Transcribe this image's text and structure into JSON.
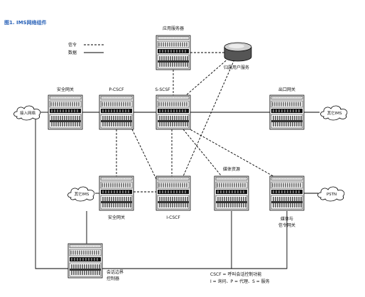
{
  "figure": {
    "title": "图1. IMS网络组件"
  },
  "legend": {
    "signaling_label": "信令",
    "data_label": "数据"
  },
  "nodes": {
    "app_server": "应用服务器",
    "hss": "归属用户服务",
    "sec_gw_top": "安全网关",
    "p_cscf": "P-CSCF",
    "s_cscf": "S-SCSF",
    "exit_gw": "出口网关",
    "access_net": "接入网络",
    "other_ims_right": "其它IMS",
    "other_ims_left": "其它IMS",
    "sec_gw_bottom": "安全网关",
    "i_cscf": "I-CSCF",
    "media_res": "媒体资源",
    "pstn": "PSTN",
    "media_gw_line1": "媒体与",
    "media_gw_line2": "信令网关",
    "sbc_line1": "会话边界",
    "sbc_line2": "控制器"
  },
  "footnote": {
    "line1": "CSCF = 呼叫会话控制功能",
    "line2": "I = 询问、P = 代理、S = 服务"
  },
  "colors": {
    "title": "#2b63b8",
    "line": "#000000",
    "rack_fill": "#f2f2f2"
  },
  "icons": {
    "server": "server-rack-icon",
    "cloud": "cloud-icon",
    "database": "database-icon"
  }
}
